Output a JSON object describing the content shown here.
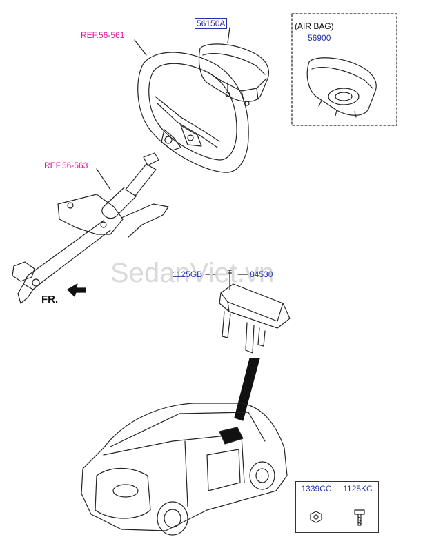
{
  "labels": {
    "ref_steering_wheel": "REF.56-561",
    "ref_steering_column": "REF.56-563",
    "part_driver_airbag": "56150A",
    "airbag_option": "(AIR BAG)",
    "part_airbag_module": "56900",
    "part_bolt": "1125GB",
    "part_passenger_airbag": "84530",
    "front_indicator": "FR."
  },
  "watermark": "SedanViet.vn",
  "fasteners": {
    "items": [
      {
        "code": "1339CC",
        "icon": "nut-icon"
      },
      {
        "code": "1125KC",
        "icon": "bolt-icon"
      }
    ]
  },
  "colors": {
    "ref_label": "#e0169a",
    "part_label": "#2233aa",
    "line": "#222222",
    "watermark": "#d9d9d9"
  }
}
